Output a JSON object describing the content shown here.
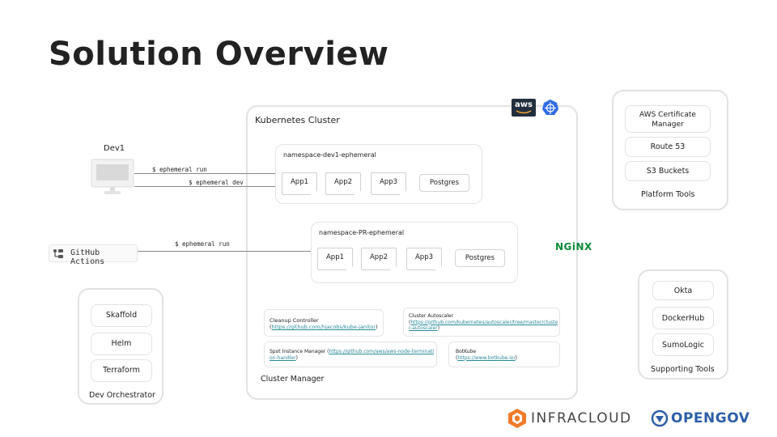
{
  "title": "Solution Overview",
  "cluster": {
    "label": "Kubernetes Cluster",
    "aws_logo": "aws",
    "k8s_icon": "kubernetes-helm-icon"
  },
  "dev": {
    "label": "Dev1",
    "cmd_run": "$ ephemeral run",
    "cmd_dev": "$ ephemeral dev"
  },
  "github": {
    "label": "GitHub Actions",
    "cmd_run": "$ ephemeral run"
  },
  "ns_dev": {
    "label": "namespace-dev1-ephemeral",
    "apps": [
      "App1",
      "App2",
      "App3"
    ],
    "db": "Postgres"
  },
  "ns_pr": {
    "label": "namespace-PR-ephemeral",
    "apps": [
      "App1",
      "App2",
      "App3"
    ],
    "db": "Postgres"
  },
  "nginx": "NGiNX",
  "platform": {
    "items": [
      "AWS Certificate Manager",
      "Route 53",
      "S3 Buckets"
    ],
    "caption": "Platform Tools"
  },
  "supporting": {
    "items": [
      "Okta",
      "DockerHub",
      "SumoLogic"
    ],
    "caption": "Supporting Tools"
  },
  "orchestrator": {
    "items": [
      "Skaffold",
      "Helm",
      "Terraform"
    ],
    "caption": "Dev Orchestrator"
  },
  "cluster_manager": {
    "caption": "Cluster Manager",
    "cleanup": {
      "label": "Cleanup Controller",
      "open": "(",
      "url": "https://github.com/hjacobs/kube-janitor",
      "close": ")"
    },
    "autoscaler": {
      "label": "Cluster Autoscaler",
      "open": "(",
      "url": "https://github.com/kubernetes/autoscaler/tree/master/cluster-autoscaler",
      "close": ")"
    },
    "spot": {
      "label": "Spot Instance Manager (",
      "url": "https://github.com/aws/aws-node-termination-handler",
      "close": ")"
    },
    "botkube": {
      "label": "BotKube",
      "open": "(",
      "url": "https://www.botkube.io/",
      "close": ")"
    }
  },
  "footer": {
    "infracloud": "INFRACLOUD",
    "opengov": "OPENGOV"
  },
  "colors": {
    "accent_orange": "#f07b2a",
    "link": "#2a8a9a",
    "nginx_green": "#0a8a3a",
    "aws_dark": "#232f3e",
    "k8s_blue": "#326ce5",
    "opengov_blue": "#2d5fa8"
  }
}
